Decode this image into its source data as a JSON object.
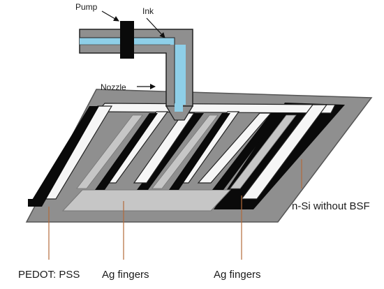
{
  "labels": {
    "pump": "Pump",
    "ink": "Ink",
    "nozzle": "Nozzle",
    "substrate": "n-Si without BSF",
    "pedot": "PEDOT: PSS",
    "ag_fingers_left": "Ag fingers",
    "ag_fingers_right": "Ag fingers"
  },
  "colors": {
    "substrate": "#8f8f8f",
    "pedot": "#0a0a0a",
    "silver_finger": "#f6f6f6",
    "ag_bus": "#c6c6c6",
    "ink": "#8ecfe8",
    "nozzle": "#9a9a9a",
    "leader": "#b36a3a"
  }
}
